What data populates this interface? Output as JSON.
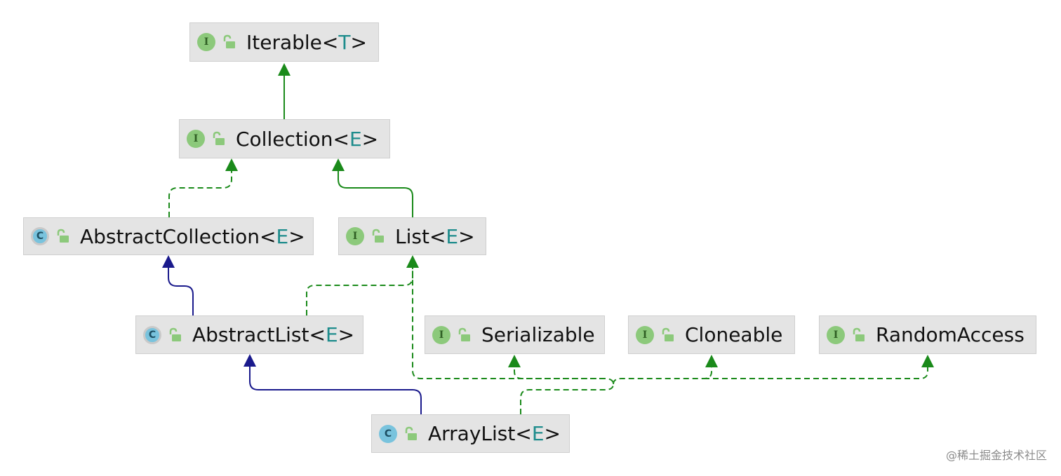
{
  "nodes": {
    "iterable": {
      "kind_letter": "I",
      "name": "Iterable<",
      "param": "T",
      "close": ">"
    },
    "collection": {
      "kind_letter": "I",
      "name": "Collection<",
      "param": "E",
      "close": ">"
    },
    "abstract_collection": {
      "kind_letter": "C",
      "name": "AbstractCollection<",
      "param": "E",
      "close": ">"
    },
    "list": {
      "kind_letter": "I",
      "name": "List<",
      "param": "E",
      "close": ">"
    },
    "abstract_list": {
      "kind_letter": "C",
      "name": "AbstractList<",
      "param": "E",
      "close": ">"
    },
    "serializable": {
      "kind_letter": "I",
      "name": "Serializable"
    },
    "cloneable": {
      "kind_letter": "I",
      "name": "Cloneable"
    },
    "random_access": {
      "kind_letter": "I",
      "name": "RandomAccess"
    },
    "array_list": {
      "kind_letter": "C",
      "name": "ArrayList<",
      "param": "E",
      "close": ">"
    }
  },
  "colors": {
    "implements_edge": "#1a8a1a",
    "extends_edge": "#1a1a8c",
    "interface_badge": "#8cc97b",
    "class_badge": "#79c3dd",
    "type_param": "#1e8c8c"
  },
  "watermark": "@稀土掘金技术社区"
}
